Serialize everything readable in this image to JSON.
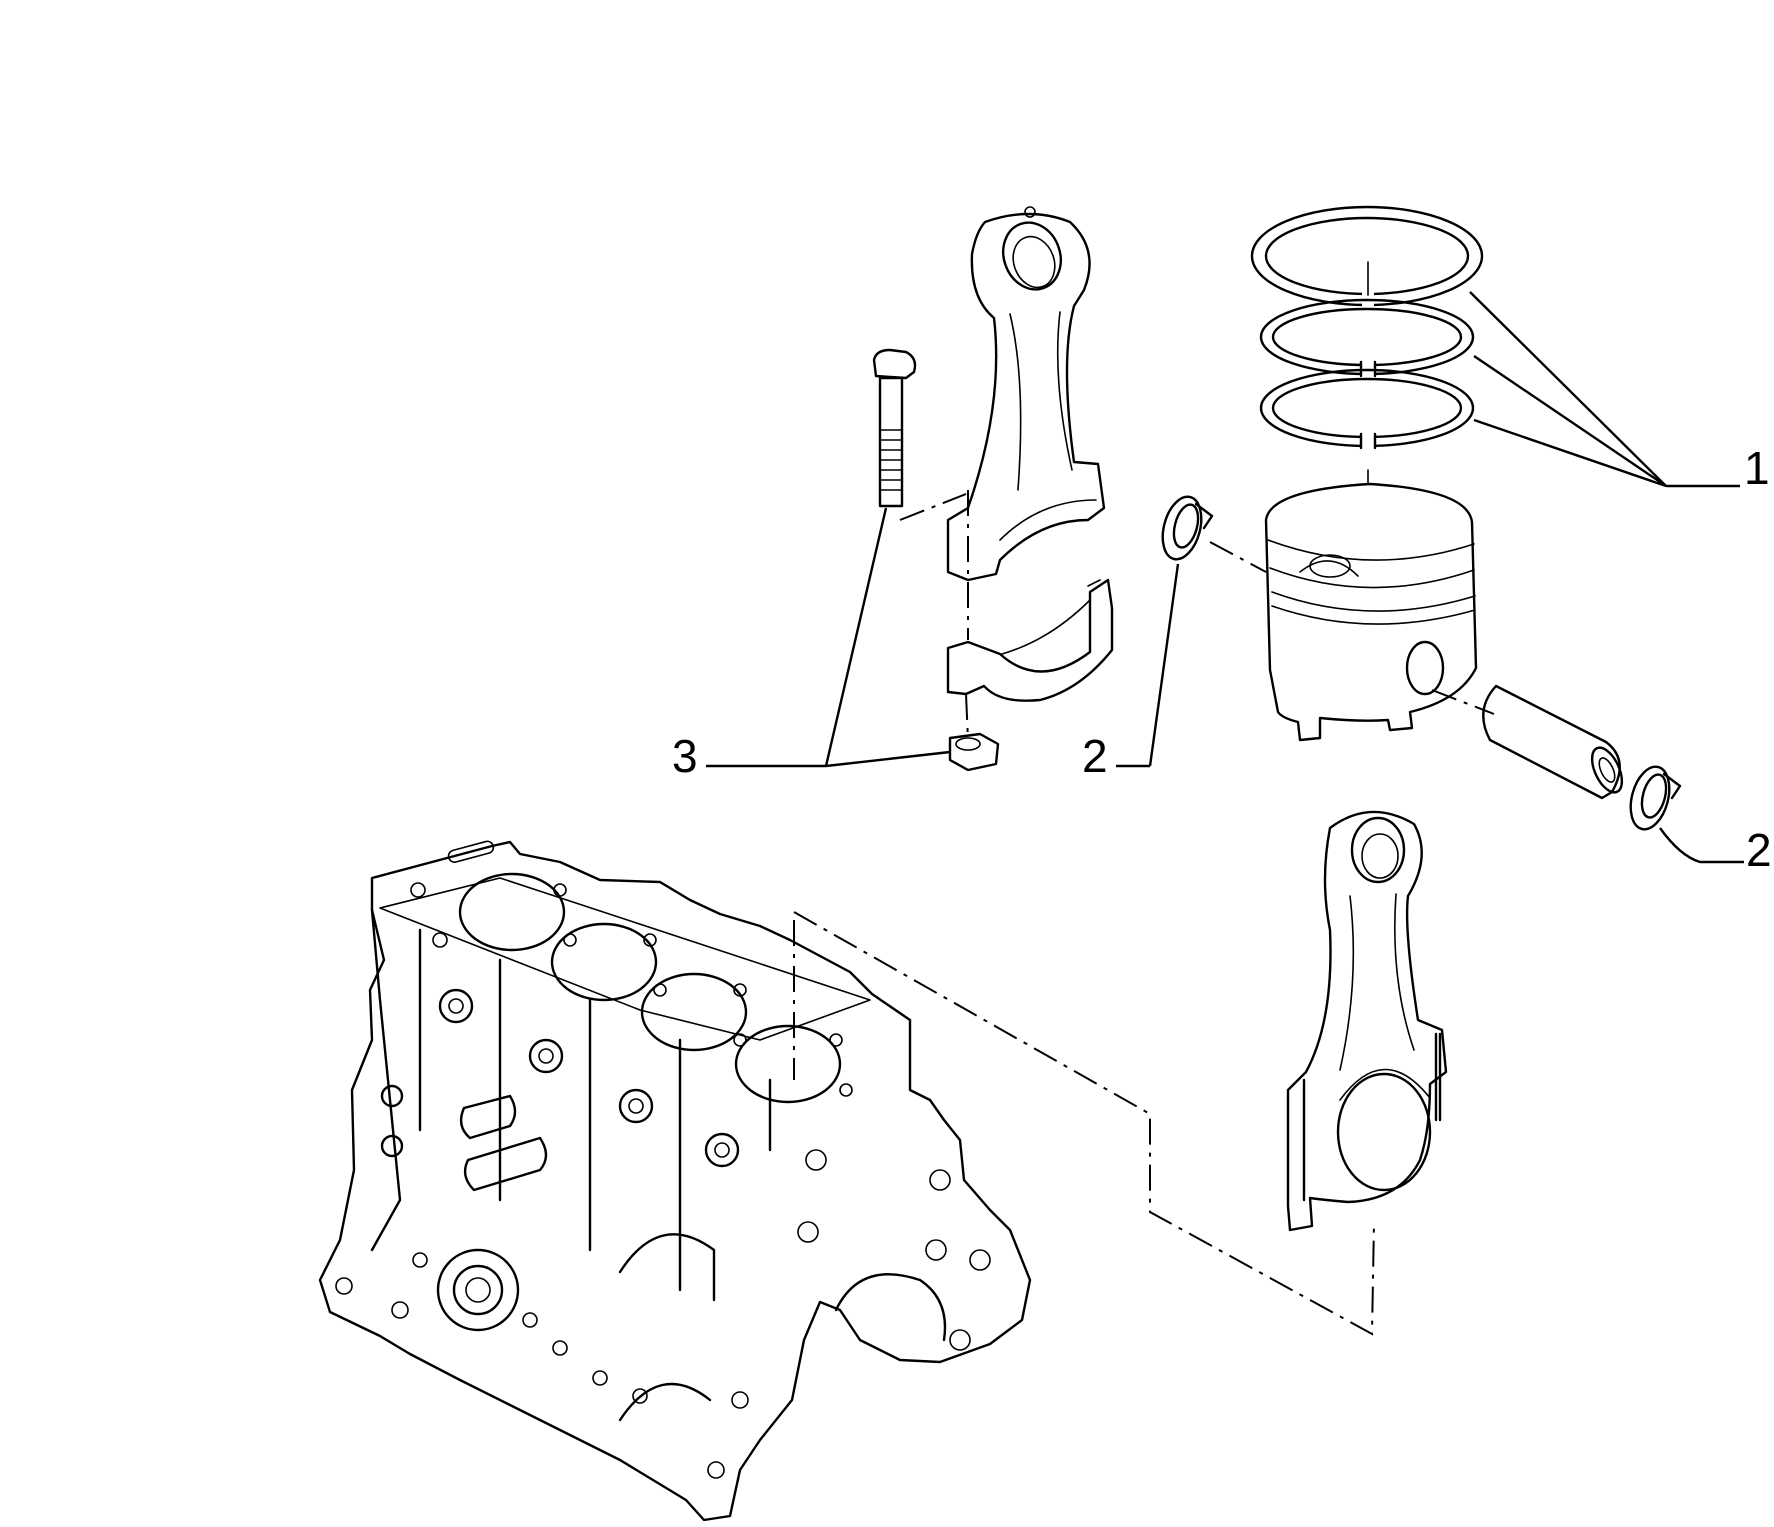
{
  "callouts": [
    {
      "id": "piston-rings",
      "label": "1"
    },
    {
      "id": "circlip-left",
      "label": "2"
    },
    {
      "id": "circlip-right",
      "label": "2"
    },
    {
      "id": "bolt-and-nut",
      "label": "3"
    }
  ],
  "colors": {
    "line": "#000000",
    "background": "#ffffff"
  }
}
